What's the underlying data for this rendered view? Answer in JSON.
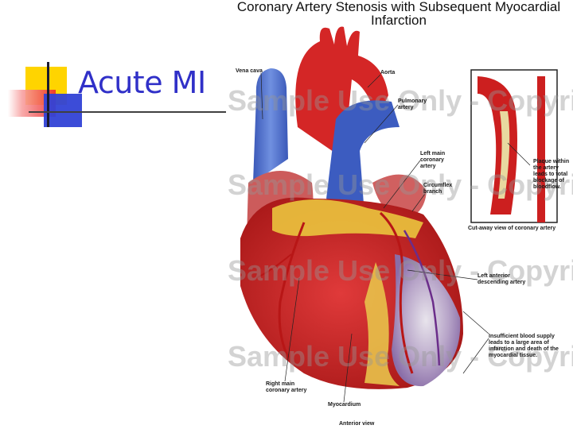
{
  "slide": {
    "title": "Acute MI",
    "colors": {
      "title": "#3030c8",
      "yellow": "#ffd400",
      "red": "#ee2b2b",
      "blue": "#3142d6"
    }
  },
  "illustration": {
    "title": "Coronary Artery Stenosis with Subsequent Myocardial Infarction",
    "watermark": "Sample Use Only - Copyright",
    "labels": {
      "vena_cava": "Vena cava",
      "aorta": "Aorta",
      "pulmonary_artery": "Pulmonary artery",
      "left_main_coronary_artery": "Left main coronary artery",
      "circumflex_branch": "Circumflex branch",
      "plaque": "Plaque within the artery leads to total blockage of bloodflow.",
      "cutaway": "Cut-away view of coronary artery",
      "left_anterior_descending": "Left anterior descending artery",
      "infarction_note": "Insufficient blood supply leads to a large area of infarction and death of the myocardial tissue.",
      "right_main_coronary_artery": "Right main coronary artery",
      "myocardium": "Myocardium",
      "anterior_view": "Anterior view"
    }
  }
}
